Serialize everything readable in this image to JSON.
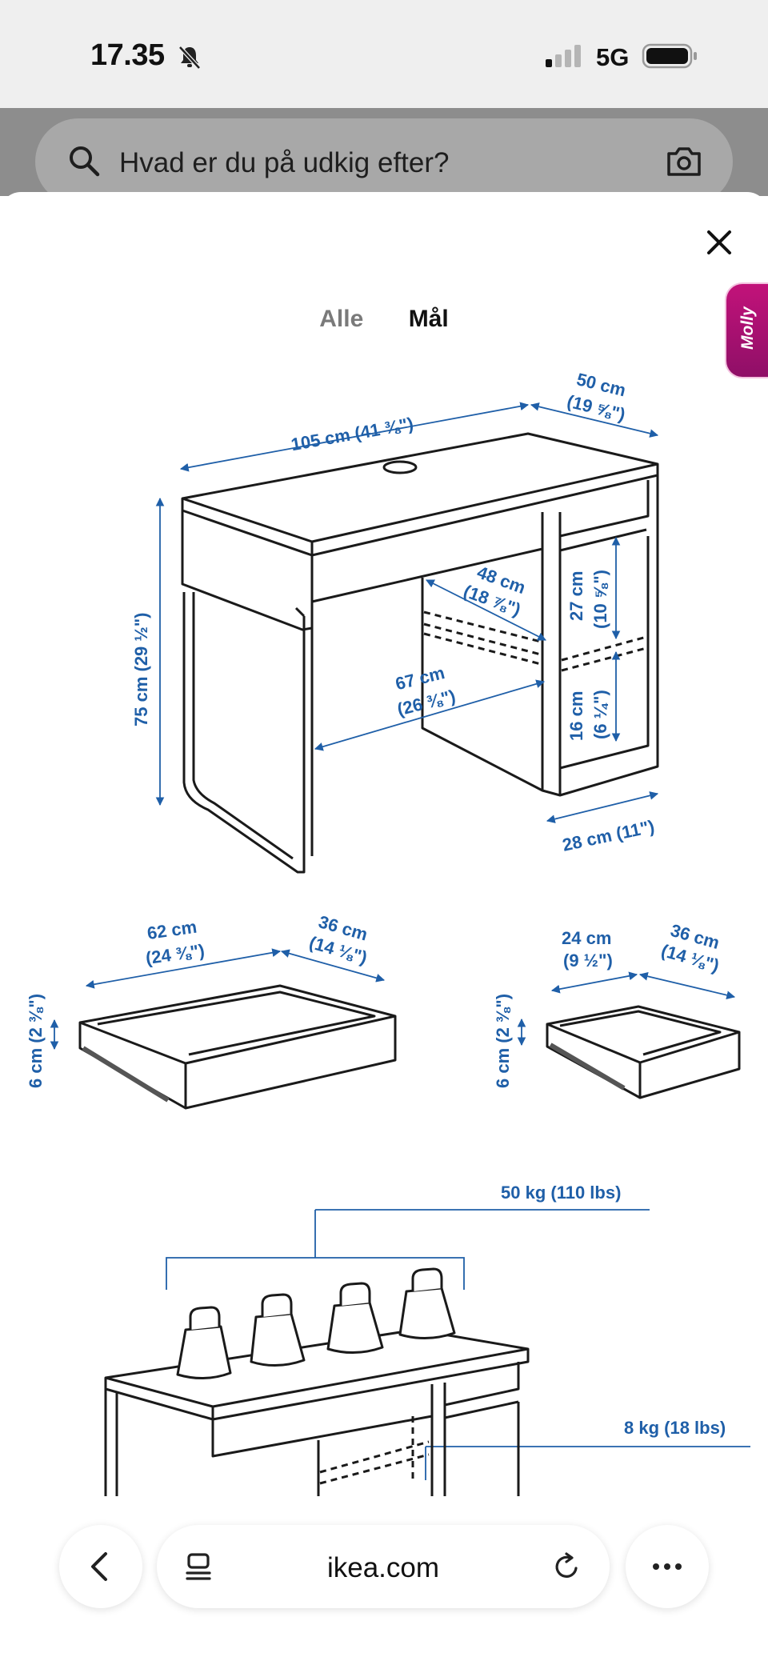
{
  "status": {
    "time": "17.35",
    "network": "5G"
  },
  "search": {
    "placeholder": "Hvad er du på udkig efter?"
  },
  "tabs": [
    {
      "label": "Alle"
    },
    {
      "label": "Mål"
    }
  ],
  "assistant": {
    "label": "Molly"
  },
  "dimensions": {
    "desk_width": "105 cm (41 ⅜\")",
    "desk_depth_a": "50 cm",
    "desk_depth_b": "(19 ⅝\")",
    "desk_height": "75 cm (29 ½\")",
    "inner_depth_a": "48 cm",
    "inner_depth_b": "(18 ⅞\")",
    "leg_clearance_a": "67 cm",
    "leg_clearance_b": "(26 ⅜\")",
    "shelf_upper_a": "27 cm",
    "shelf_upper_b": "(10 ⅝\")",
    "shelf_lower_a": "16 cm",
    "shelf_lower_b": "(6 ¼\")",
    "cabinet_width": "28 cm (11\")",
    "drawer_large_width_a": "62 cm",
    "drawer_large_width_b": "(24 ⅜\")",
    "drawer_large_depth_a": "36 cm",
    "drawer_large_depth_b": "(14 ⅛\")",
    "drawer_large_height": "6 cm (2 ⅜\")",
    "drawer_small_width_a": "24 cm",
    "drawer_small_width_b": "(9 ½\")",
    "drawer_small_depth_a": "36 cm",
    "drawer_small_depth_b": "(14 ⅛\")",
    "drawer_small_height": "6 cm (2 ⅜\")",
    "load_top": "50 kg (110 lbs)",
    "load_shelf": "8 kg (18 lbs)"
  },
  "browser": {
    "url": "ikea.com"
  },
  "colors": {
    "dimension_blue": "#1f5fa8",
    "molly_magenta": "#b0136f"
  }
}
